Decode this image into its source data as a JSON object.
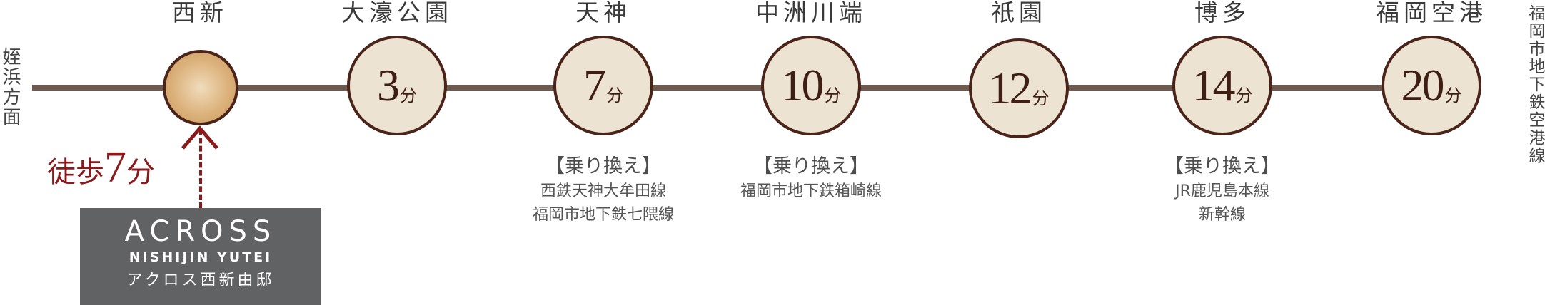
{
  "line": {
    "name": "福岡市地下鉄空港線",
    "direction_label": "姪浜方面",
    "colors": {
      "rail": "#6e5a4e",
      "circle_fill": "#ede3d3",
      "circle_border": "#4a2418",
      "walk": "#8a1a1c",
      "brand_box": "#616264"
    }
  },
  "origin": {
    "station": "西新",
    "walk_prefix": "徒歩",
    "walk_minutes": "7",
    "walk_unit": "分"
  },
  "stations": [
    {
      "name": "大濠公園",
      "minutes": "3",
      "unit": "分"
    },
    {
      "name": "天神",
      "minutes": "7",
      "unit": "分",
      "transfer_header": "【乗り換え】",
      "transfer_lines": [
        "西鉄天神大牟田線",
        "福岡市地下鉄七隈線"
      ]
    },
    {
      "name": "中洲川端",
      "minutes": "10",
      "unit": "分",
      "transfer_header": "【乗り換え】",
      "transfer_lines": [
        "福岡市地下鉄箱崎線"
      ]
    },
    {
      "name": "祇園",
      "minutes": "12",
      "unit": "分"
    },
    {
      "name": "博多",
      "minutes": "14",
      "unit": "分",
      "transfer_header": "【乗り換え】",
      "transfer_lines": [
        "JR鹿児島本線",
        "新幹線"
      ]
    },
    {
      "name": "福岡空港",
      "minutes": "20",
      "unit": "分"
    }
  ],
  "brand": {
    "title": "ACROSS",
    "subtitle": "NISHIJIN YUTEI",
    "japanese": "アクロス西新由邸"
  }
}
